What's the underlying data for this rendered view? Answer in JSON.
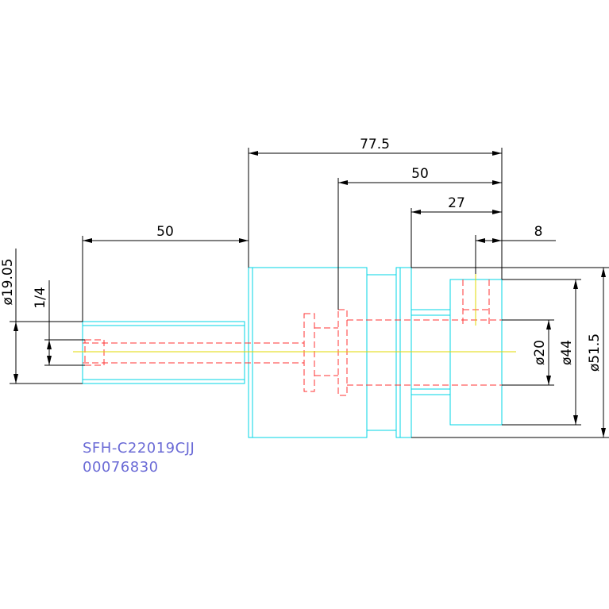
{
  "colors": {
    "part_outline": "#00d6e6",
    "hidden_lines": "#ff3333",
    "center_line": "#e0d800",
    "dimension": "#000000",
    "label": "#6b6bd6"
  },
  "dimensions": {
    "overall_length": "77.5",
    "bore_depth": "50",
    "shank_length": "50",
    "collar_depth": "27",
    "tip_depth": "8",
    "shank_diameter": "ø19.05",
    "thread_size": "1/4",
    "bore_diameter": "ø20",
    "head_diameter": "ø44",
    "body_diameter": "ø51.5"
  },
  "labels": {
    "part_name": "SFH-C22019CJJ",
    "part_number": "00076830"
  }
}
